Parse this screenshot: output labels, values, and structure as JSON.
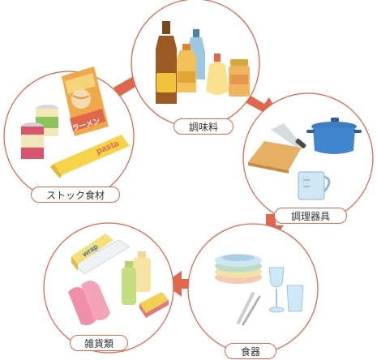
{
  "nodes": {
    "seasoning": {
      "label": "調味料"
    },
    "cookware": {
      "label": "調理器具"
    },
    "dishes": {
      "label": "食器"
    },
    "misc": {
      "label": "雑貨類"
    },
    "stock": {
      "label": "ストック食材"
    }
  },
  "item_text": {
    "ramen": "ラーメン",
    "pasta": "pasta",
    "wrap": "wrap"
  },
  "colors": {
    "ring": "#e0674b",
    "arrow": "#e0674b",
    "label_border": "#e0674b"
  },
  "icons": {
    "seasoning": "bottles-icon",
    "cookware": "pot-and-cutting-board-icon",
    "dishes": "plates-and-glasses-icon",
    "misc": "wrap-gloves-sponge-icon",
    "stock": "cans-and-noodles-icon"
  }
}
